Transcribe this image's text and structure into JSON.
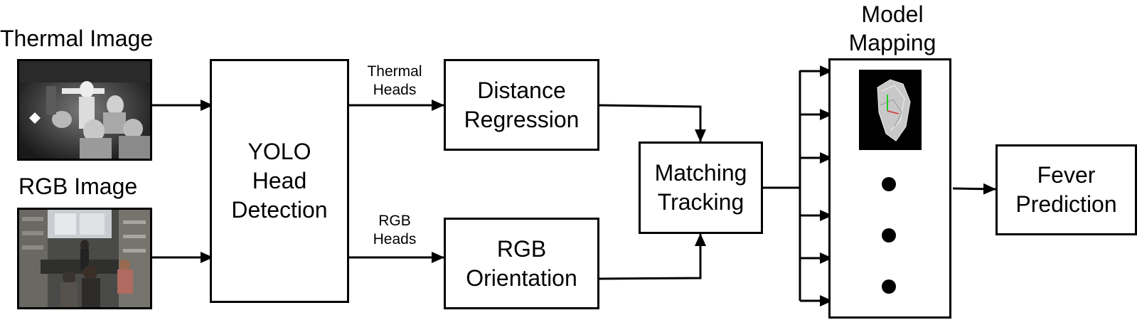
{
  "inputs": {
    "thermal_title": "Thermal Image",
    "rgb_title": "RGB Image"
  },
  "boxes": {
    "yolo": [
      "YOLO",
      "Head",
      "Detection"
    ],
    "distance": [
      "Distance",
      "Regression"
    ],
    "rgb_orientation": [
      "RGB",
      "Orientation"
    ],
    "matching": [
      "Matching",
      "Tracking"
    ],
    "fever": [
      "Fever",
      "Prediction"
    ]
  },
  "edge_labels": {
    "thermal_heads": [
      "Thermal",
      "Heads"
    ],
    "rgb_heads": [
      "RGB",
      "Heads"
    ]
  },
  "model_mapping": {
    "title": [
      "Model",
      "Mapping"
    ]
  }
}
